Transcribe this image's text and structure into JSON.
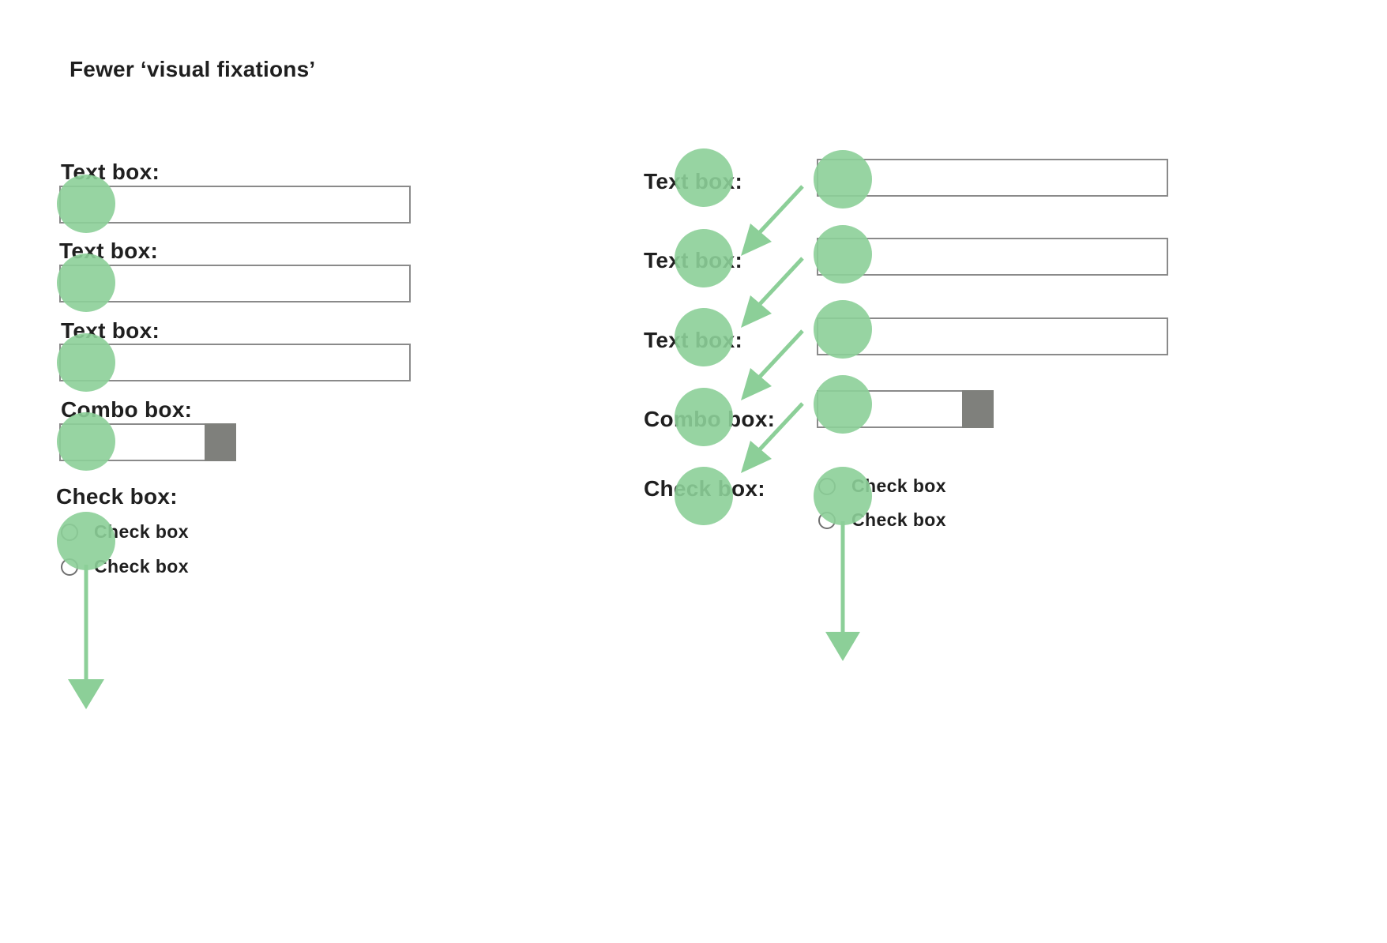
{
  "title": "Fewer ‘visual fixations’",
  "colors": {
    "fixation": "#8ccf98",
    "arrow": "#8ccf98",
    "box_border": "#8a8a8a",
    "combo_button": "#7f807c",
    "text": "#1f1f1f"
  },
  "left_form": {
    "text_box_1_label": "Text box:",
    "text_box_2_label": "Text box:",
    "text_box_3_label": "Text box:",
    "combo_box_label": "Combo box:",
    "check_box_label": "Check box:",
    "check_options": [
      "Check box",
      "Check box"
    ]
  },
  "right_form": {
    "text_box_1_label": "Text box:",
    "text_box_2_label": "Text box:",
    "text_box_3_label": "Text box:",
    "combo_box_label": "Combo box:",
    "check_box_label": "Check box:",
    "check_options": [
      "Check box",
      "Check box"
    ]
  }
}
